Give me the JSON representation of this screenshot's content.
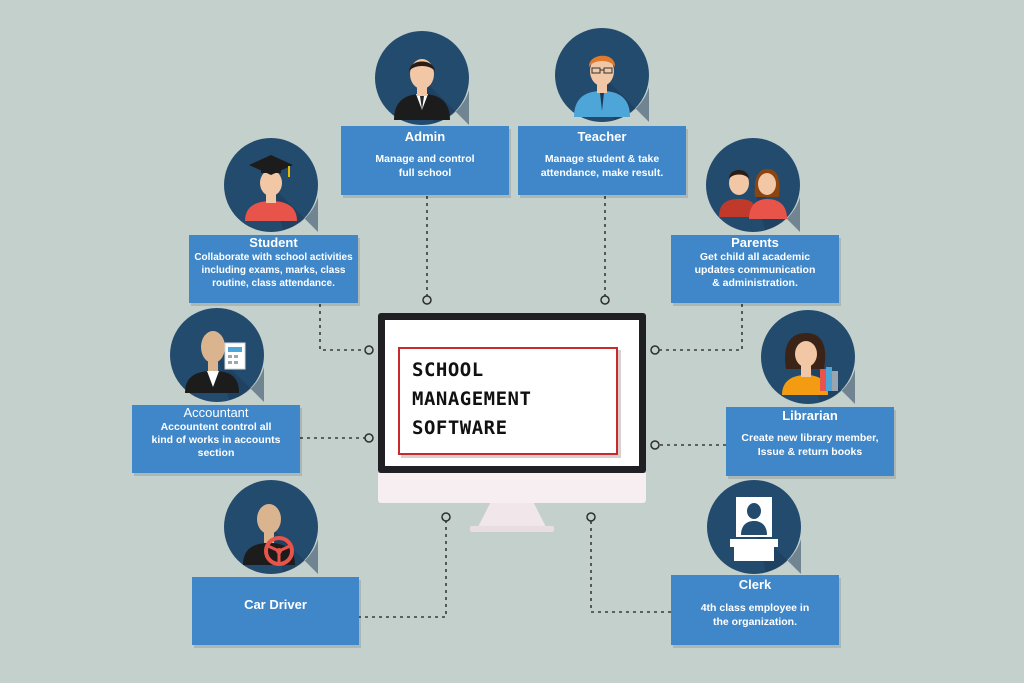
{
  "center": {
    "lines": [
      "SCHOOL",
      "MANAGEMENT",
      "SOFTWARE"
    ]
  },
  "roles": {
    "admin": {
      "title": "Admin",
      "desc": [
        "Manage and control",
        "full school"
      ]
    },
    "teacher": {
      "title": "Teacher",
      "desc": [
        "Manage student & take",
        "attendance, make result."
      ]
    },
    "student": {
      "title": "Student",
      "desc": [
        "Collaborate with school activities",
        "including exams, marks, class",
        "routine, class attendance."
      ]
    },
    "parents": {
      "title": "Parents",
      "desc": [
        "Get child all academic",
        "updates communication",
        "& administration."
      ]
    },
    "accountant": {
      "title": "Accountant",
      "desc": [
        "Accountent control all",
        "kind of works in accounts",
        "section"
      ]
    },
    "librarian": {
      "title": "Librarian",
      "desc": [
        "Create new library member,",
        "Issue & return books"
      ]
    },
    "car_driver": {
      "title": "Car Driver"
    },
    "clerk": {
      "title": "Clerk",
      "desc": [
        "4th class employee in",
        "the organization."
      ]
    }
  },
  "colors": {
    "background": "#c4d0cc",
    "card": "#3f87c9",
    "avatar_circle": "#234b6e",
    "connector": "#3a3a3a",
    "frame": "#c72a2a"
  },
  "icons": {
    "admin": "admin-avatar-icon",
    "teacher": "teacher-avatar-icon",
    "student": "student-graduate-icon",
    "parents": "parents-avatar-icon",
    "accountant": "accountant-avatar-icon",
    "librarian": "librarian-avatar-icon",
    "car_driver": "car-driver-avatar-icon",
    "clerk": "clerk-desk-icon"
  }
}
